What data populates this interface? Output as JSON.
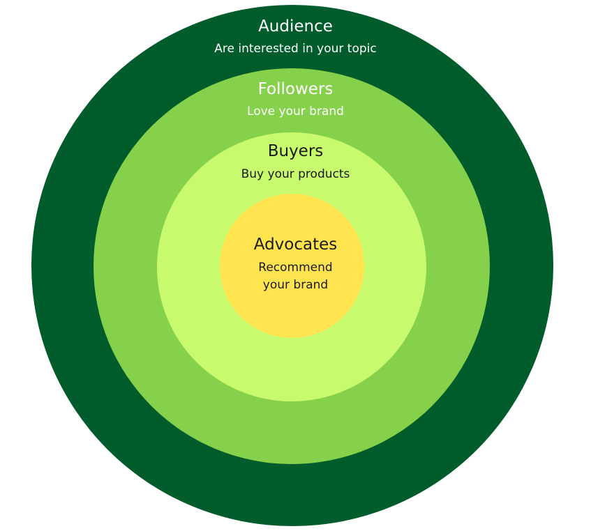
{
  "rings": {
    "audience": {
      "title": "Audience",
      "subtitle": "Are interested in your topic",
      "color": "#005c2b",
      "text_color": "#ffffff"
    },
    "followers": {
      "title": "Followers",
      "subtitle": "Love your brand",
      "color": "#86d14b",
      "text_color": "#ffffff"
    },
    "buyers": {
      "title": "Buyers",
      "subtitle": "Buy your products",
      "color": "#c8fa6e",
      "text_color": "#1a1a1a"
    },
    "advocates": {
      "title": "Advocates",
      "subtitle": "Recommend\nyour brand",
      "color": "#ffe44f",
      "text_color": "#1a1a1a"
    }
  }
}
